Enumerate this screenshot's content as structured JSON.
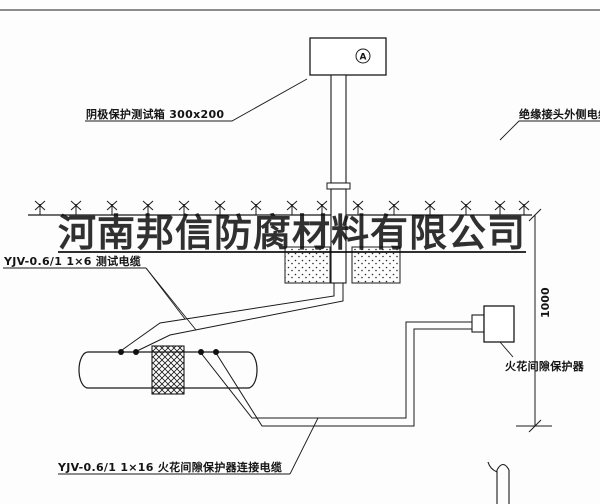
{
  "watermark": {
    "text": "河南邦信防腐材料有限公司"
  },
  "labels": {
    "test_box": "阴极保护测试箱 300x200",
    "outer_cable": "绝缘接头外侧电缆",
    "test_cable": "YJV-0.6/1 1×6  测试电缆",
    "dimension_1000": "1000",
    "spark_gap_protector": "火花间隙保护器",
    "connection_cable": "YJV-0.6/1 1×16  火花间隙保护器连接电缆",
    "meter": "A"
  },
  "colors": {
    "ink": "#1a1a1a",
    "paper": "#fdfdfd"
  }
}
